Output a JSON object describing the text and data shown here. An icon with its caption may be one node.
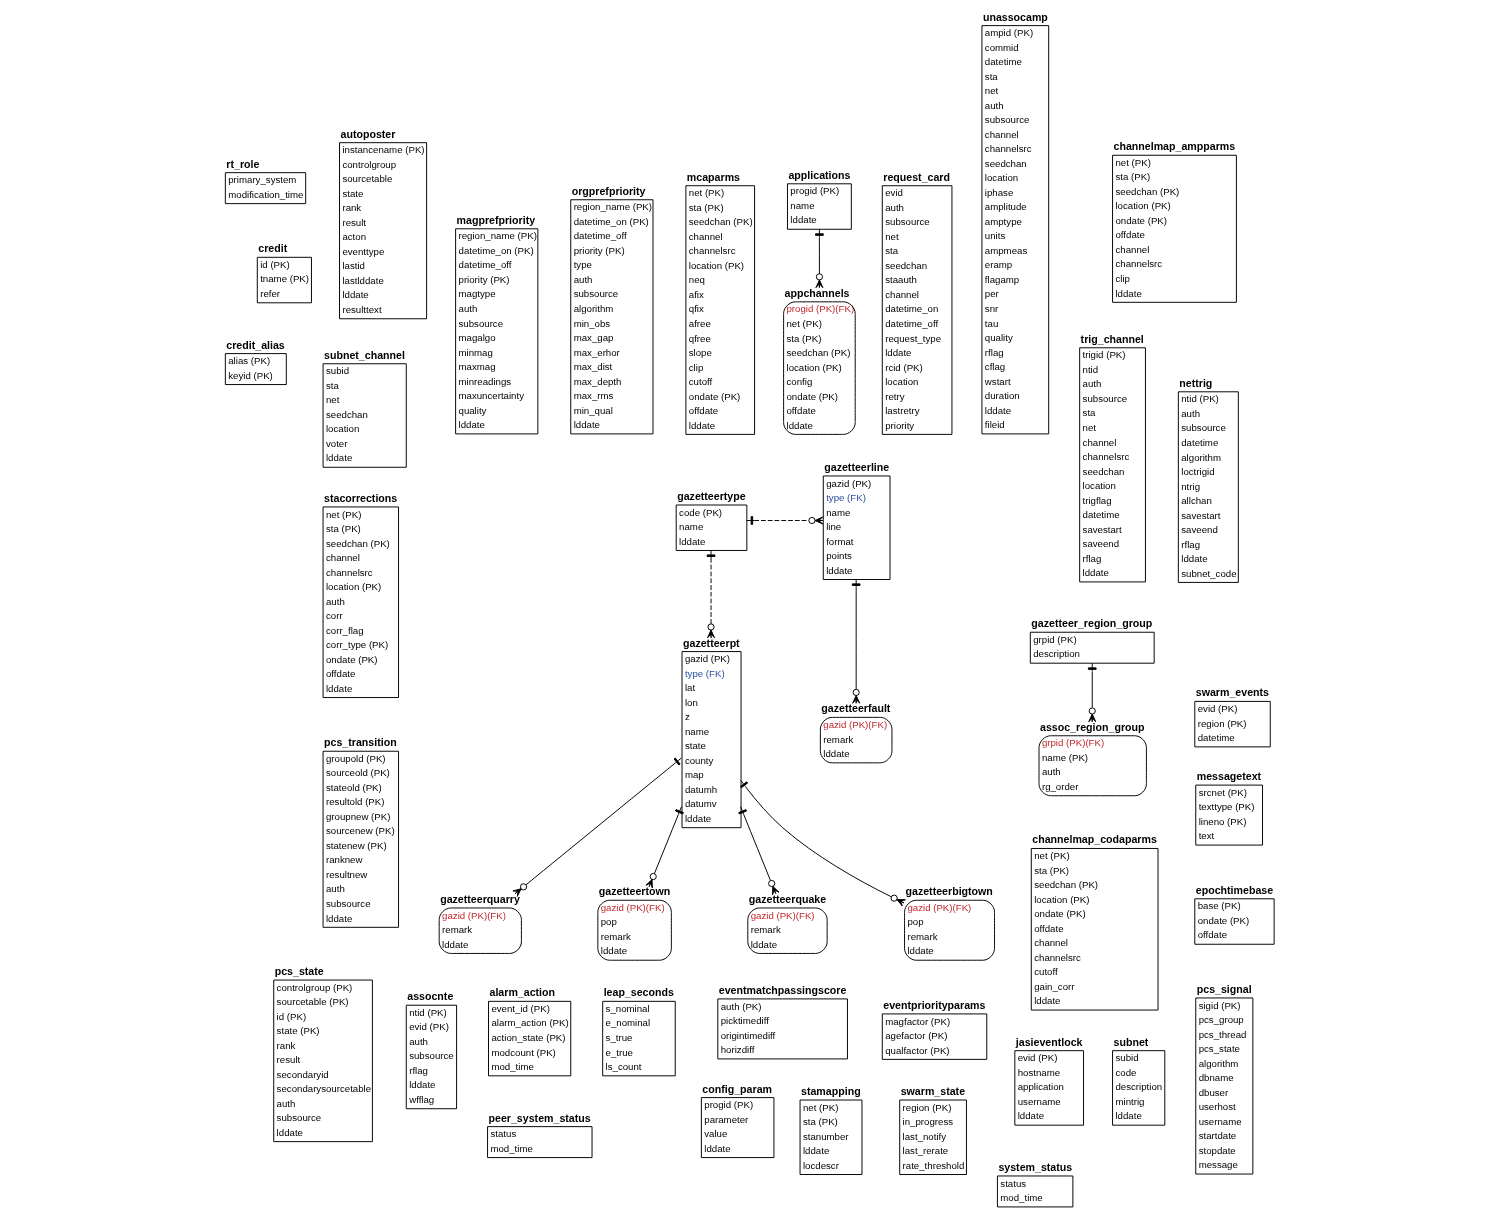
{
  "diagram": {
    "nodes": [
      {
        "text": [
          "alarm_action",
          "event_id (PK)",
          "alarm_action (PK)",
          "action_state (PK)",
          "modcount (PK)",
          "mod_time"
        ]
      },
      {
        "text": [
          "epochtimebase",
          "base (PK)",
          "ondate (PK)",
          "offdate"
        ]
      },
      {
        "text": [
          "leap_seconds",
          "s_nominal",
          "e_nominal",
          "s_true",
          "e_true",
          "ls_count"
        ]
      },
      {
        "text": [
          "pcs_signal",
          "sigid (PK)",
          "pcs_group",
          "pcs_thread",
          "pcs_state",
          "algorithm",
          "dbname",
          "dbuser",
          "userhost",
          "username",
          "startdate",
          "stopdate",
          "message"
        ]
      },
      {
        "text": [
          "pcs_transition",
          "groupold (PK)",
          "sourceold (PK)",
          "stateold (PK)",
          "resultold (PK)",
          "groupnew (PK)",
          "sourcenew (PK)",
          "statenew (PK)",
          "ranknew",
          "resultnew",
          "auth",
          "subsource",
          "lddate"
        ]
      },
      {
        "text": [
          "rt_role",
          "primary_system",
          "modification_time"
        ]
      },
      {
        "text": [
          "autoposter",
          "instancename (PK)",
          "controlgroup",
          "sourcetable",
          "state",
          "rank",
          "result",
          "acton",
          "eventtype",
          "lastid",
          "lastlddate",
          "lddate",
          "resulttext"
        ]
      },
      {
        "text": [
          "assocnte",
          "ntid (PK)",
          "evid (PK)",
          "auth",
          "subsource",
          "rflag",
          "lddate",
          "wfflag"
        ]
      },
      {
        "text": [
          "request_card",
          "evid",
          "auth",
          "subsource",
          "net",
          "sta",
          "seedchan",
          "staauth",
          "channel",
          "datetime_on",
          "datetime_off",
          "request_type",
          "lddate",
          "rcid (PK)",
          "location",
          "retry",
          "lastretry",
          "priority"
        ]
      },
      {
        "text": [
          "pcs_state",
          "controlgroup (PK)",
          "sourcetable (PK)",
          "id (PK)",
          "state (PK)",
          "rank",
          "result",
          "secondaryid",
          "secondarysourcetable",
          "auth",
          "subsource",
          "lddate"
        ]
      },
      {
        "text": [
          "config_param",
          "progid (PK)",
          "parameter",
          "value",
          "lddate"
        ]
      },
      {
        "text": [
          "eventmatchpassingscore",
          "auth (PK)",
          "picktimediff",
          "origintimediff",
          "horizdiff"
        ]
      },
      {
        "text": [
          "eventpriorityparams",
          "magfactor (PK)",
          "agefactor (PK)",
          "qualfactor (PK)"
        ]
      },
      {
        "text": [
          "unassocamp",
          "ampid (PK)",
          "commid",
          "datetime",
          "sta",
          "net",
          "auth",
          "subsource",
          "channel",
          "channelsrc",
          "seedchan",
          "location",
          "iphase",
          "amplitude",
          "amptype",
          "units",
          "ampmeas",
          "eramp",
          "flagamp",
          "per",
          "snr",
          "tau",
          "quality",
          "rflag",
          "cflag",
          "wstart",
          "duration",
          "lddate",
          "fileid"
        ]
      },
      {
        "text": [
          "stamapping",
          "net (PK)",
          "sta (PK)",
          "stanumber",
          "lddate",
          "locdescr"
        ]
      },
      {
        "text": [
          "applications",
          "progid (PK)",
          "name",
          "lddate"
        ]
      },
      {
        "text": [
          "magprefpriority",
          "region_name (PK)",
          "datetime_on (PK)",
          "datetime_off",
          "priority (PK)",
          "magtype",
          "auth",
          "subsource",
          "magalgo",
          "minmag",
          "maxmag",
          "minreadings",
          "maxuncertainty",
          "quality",
          "lddate"
        ]
      },
      {
        "text": [
          "messagetext",
          "srcnet (PK)",
          "texttype (PK)",
          "lineno (PK)",
          "text"
        ]
      },
      {
        "text": [
          "channelmap_ampparms",
          "net (PK)",
          "sta (PK)",
          "seedchan (PK)",
          "location (PK)",
          "ondate (PK)",
          "offdate",
          "channel",
          "channelsrc",
          "clip",
          "lddate"
        ]
      },
      {
        "text": [
          "channelmap_codaparms",
          "net (PK)",
          "sta (PK)",
          "seedchan (PK)",
          "location (PK)",
          "ondate (PK)",
          "offdate",
          "channel",
          "channelsrc",
          "cutoff",
          "gain_corr",
          "lddate"
        ]
      },
      {
        "text": [
          "jasieventlock",
          "evid (PK)",
          "hostname",
          "application",
          "username",
          "lddate"
        ]
      },
      {
        "text": [
          "appchannels",
          "progid (PK)(FK)",
          "net (PK)",
          "sta (PK)",
          "seedchan (PK)",
          "location (PK)",
          "config",
          "ondate (PK)",
          "offdate",
          "lddate"
        ]
      },
      {
        "text": [
          "swarm_events",
          "evid (PK)",
          "region (PK)",
          "datetime"
        ]
      },
      {
        "text": [
          "gazetteer_region_group",
          "grpid (PK)",
          "description"
        ]
      },
      {
        "text": [
          "assoc_region_group",
          "grpid (PK)(FK)",
          "name (PK)",
          "auth",
          "rg_order"
        ]
      },
      {
        "text": [
          "gazetteertype",
          "code (PK)",
          "name",
          "lddate"
        ]
      },
      {
        "text": [
          "gazetteerpt",
          "gazid (PK)",
          "type (FK)",
          "lat",
          "lon",
          "z",
          "name",
          "state",
          "county",
          "map",
          "datumh",
          "datumv",
          "lddate"
        ]
      },
      {
        "text": [
          "gazetteerquarry",
          "gazid (PK)(FK)",
          "remark",
          "lddate"
        ]
      },
      {
        "text": [
          "credit_alias",
          "alias (PK)",
          "keyid (PK)"
        ]
      },
      {
        "text": [
          "swarm_state",
          "region (PK)",
          "in_progress",
          "last_notify",
          "last_rerate",
          "rate_threshold"
        ]
      },
      {
        "text": [
          "subnet",
          "subid",
          "code",
          "description",
          "mintrig",
          "lddate"
        ]
      },
      {
        "text": [
          "gazetteertown",
          "gazid (PK)(FK)",
          "pop",
          "remark",
          "lddate"
        ]
      },
      {
        "text": [
          "credit",
          "id (PK)",
          "tname (PK)",
          "refer"
        ]
      },
      {
        "text": [
          "stacorrections",
          "net (PK)",
          "sta (PK)",
          "seedchan (PK)",
          "channel",
          "channelsrc",
          "location (PK)",
          "auth",
          "corr",
          "corr_flag",
          "corr_type (PK)",
          "ondate (PK)",
          "offdate",
          "lddate"
        ]
      },
      {
        "text": [
          "gazetteerline",
          "gazid (PK)",
          "type (FK)",
          "name",
          "line",
          "format",
          "points",
          "lddate"
        ]
      },
      {
        "text": [
          "gazetteerfault",
          "gazid (PK)(FK)",
          "remark",
          "lddate"
        ]
      },
      {
        "text": [
          "gazetteerquake",
          "gazid (PK)(FK)",
          "remark",
          "lddate"
        ]
      },
      {
        "text": [
          "gazetteerbigtown",
          "gazid (PK)(FK)",
          "pop",
          "remark",
          "lddate"
        ]
      },
      {
        "text": [
          "subnet_channel",
          "subid",
          "sta",
          "net",
          "seedchan",
          "location",
          "voter",
          "lddate"
        ]
      },
      {
        "text": [
          "trig_channel",
          "trigid (PK)",
          "ntid",
          "auth",
          "subsource",
          "sta",
          "net",
          "channel",
          "channelsrc",
          "seedchan",
          "location",
          "trigflag",
          "datetime",
          "savestart",
          "saveend",
          "rflag",
          "lddate"
        ]
      },
      {
        "text": [
          "system_status",
          "status",
          "mod_time"
        ]
      },
      {
        "text": [
          "peer_system_status",
          "status",
          "mod_time"
        ]
      },
      {
        "text": [
          "nettrig",
          "ntid (PK)",
          "auth",
          "subsource",
          "datetime",
          "algorithm",
          "loctrigid",
          "ntrig",
          "allchan",
          "savestart",
          "saveend",
          "rflag",
          "lddate",
          "subnet_code"
        ]
      },
      {
        "text": [
          "mcaparms",
          "net (PK)",
          "sta (PK)",
          "seedchan (PK)",
          "channel",
          "channelsrc",
          "location (PK)",
          "neq",
          "afix",
          "qfix",
          "afree",
          "qfree",
          "slope",
          "clip",
          "cutoff",
          "ondate (PK)",
          "offdate",
          "lddate"
        ]
      },
      {
        "text": [
          "orgprefpriority",
          "region_name (PK)",
          "datetime_on (PK)",
          "datetime_off",
          "priority (PK)",
          "type",
          "auth",
          "subsource",
          "algorithm",
          "min_obs",
          "max_gap",
          "max_erhor",
          "max_dist",
          "max_depth",
          "max_rms",
          "min_qual",
          "lddate"
        ]
      }
    ],
    "edges": [
      {
        "from": 23,
        "to": 24,
        "arrow": "other"
      },
      {
        "from": 25,
        "to": 34,
        "arrow": "other",
        "style": "dashed"
      },
      {
        "from": 25,
        "to": 26,
        "arrow": "other",
        "style": "dashed"
      },
      {
        "from": 34,
        "to": 35,
        "arrow": "other"
      },
      {
        "from": 26,
        "to": 36,
        "arrow": "other"
      },
      {
        "from": 26,
        "to": 37,
        "arrow": "other"
      },
      {
        "from": 26,
        "to": 27,
        "arrow": "other"
      },
      {
        "from": 26,
        "to": 31,
        "arrow": "other"
      },
      {
        "from": 15,
        "to": 21,
        "arrow": "other"
      }
    ]
  }
}
